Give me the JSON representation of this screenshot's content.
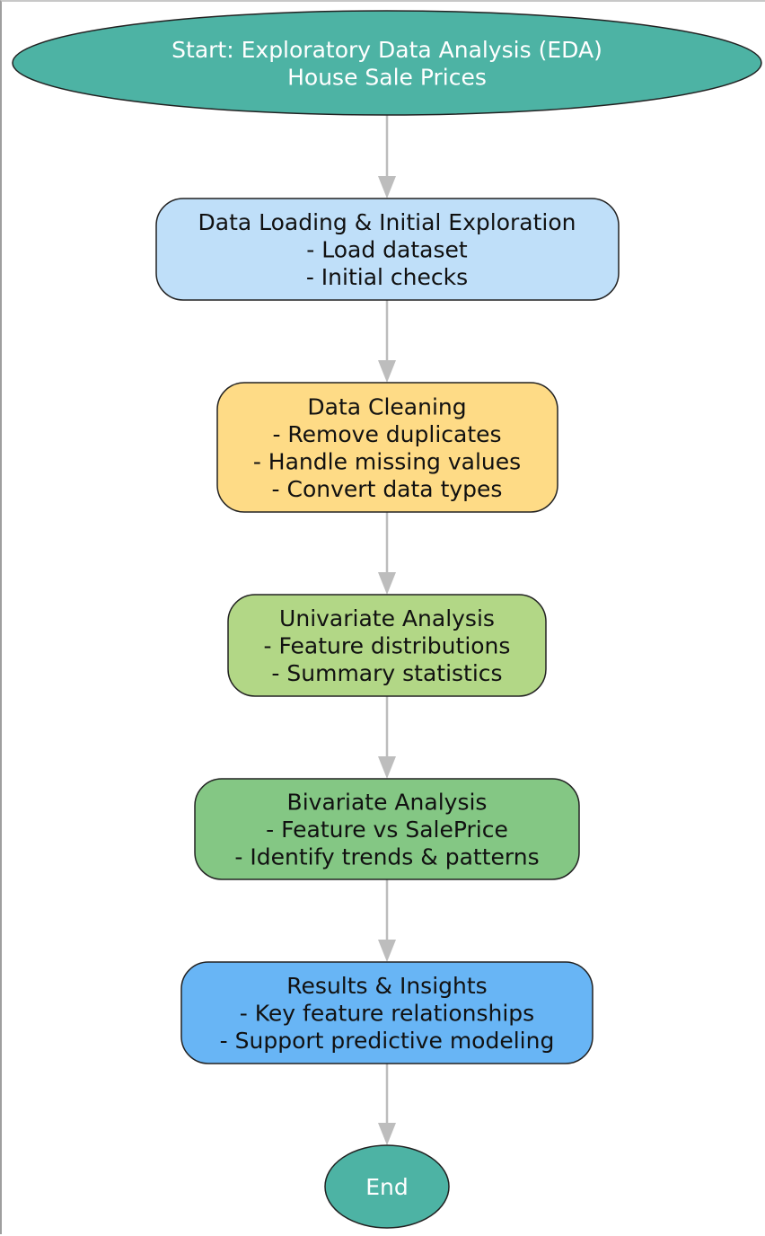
{
  "diagram": {
    "nodes": [
      {
        "id": "start",
        "shape": "ellipse",
        "fill": "#4db3a4",
        "text_color": "#ffffff",
        "lines": [
          "Start: Exploratory Data Analysis (EDA)",
          "House Sale Prices"
        ]
      },
      {
        "id": "loading",
        "shape": "rounded-rect",
        "fill": "#bfdff9",
        "text_color": "#111111",
        "lines": [
          "Data Loading & Initial Exploration",
          "- Load dataset",
          "- Initial checks"
        ]
      },
      {
        "id": "cleaning",
        "shape": "rounded-rect",
        "fill": "#fedb86",
        "text_color": "#111111",
        "lines": [
          "Data Cleaning",
          "- Remove duplicates",
          "- Handle missing values",
          "- Convert data types"
        ]
      },
      {
        "id": "univariate",
        "shape": "rounded-rect",
        "fill": "#b2d786",
        "text_color": "#111111",
        "lines": [
          "Univariate Analysis",
          "- Feature distributions",
          "- Summary statistics"
        ]
      },
      {
        "id": "bivariate",
        "shape": "rounded-rect",
        "fill": "#84c784",
        "text_color": "#111111",
        "lines": [
          "Bivariate Analysis",
          "- Feature vs SalePrice",
          "- Identify trends & patterns"
        ]
      },
      {
        "id": "results",
        "shape": "rounded-rect",
        "fill": "#68b5f5",
        "text_color": "#111111",
        "lines": [
          "Results & Insights",
          "- Key feature relationships",
          "- Support predictive modeling"
        ]
      },
      {
        "id": "end",
        "shape": "ellipse",
        "fill": "#4db3a4",
        "text_color": "#ffffff",
        "lines": [
          "End"
        ]
      }
    ],
    "edges": [
      {
        "from": "start",
        "to": "loading"
      },
      {
        "from": "loading",
        "to": "cleaning"
      },
      {
        "from": "cleaning",
        "to": "univariate"
      },
      {
        "from": "univariate",
        "to": "bivariate"
      },
      {
        "from": "bivariate",
        "to": "results"
      },
      {
        "from": "results",
        "to": "end"
      }
    ],
    "edge_color": "#bdbdbd",
    "border_color": "#222222"
  }
}
